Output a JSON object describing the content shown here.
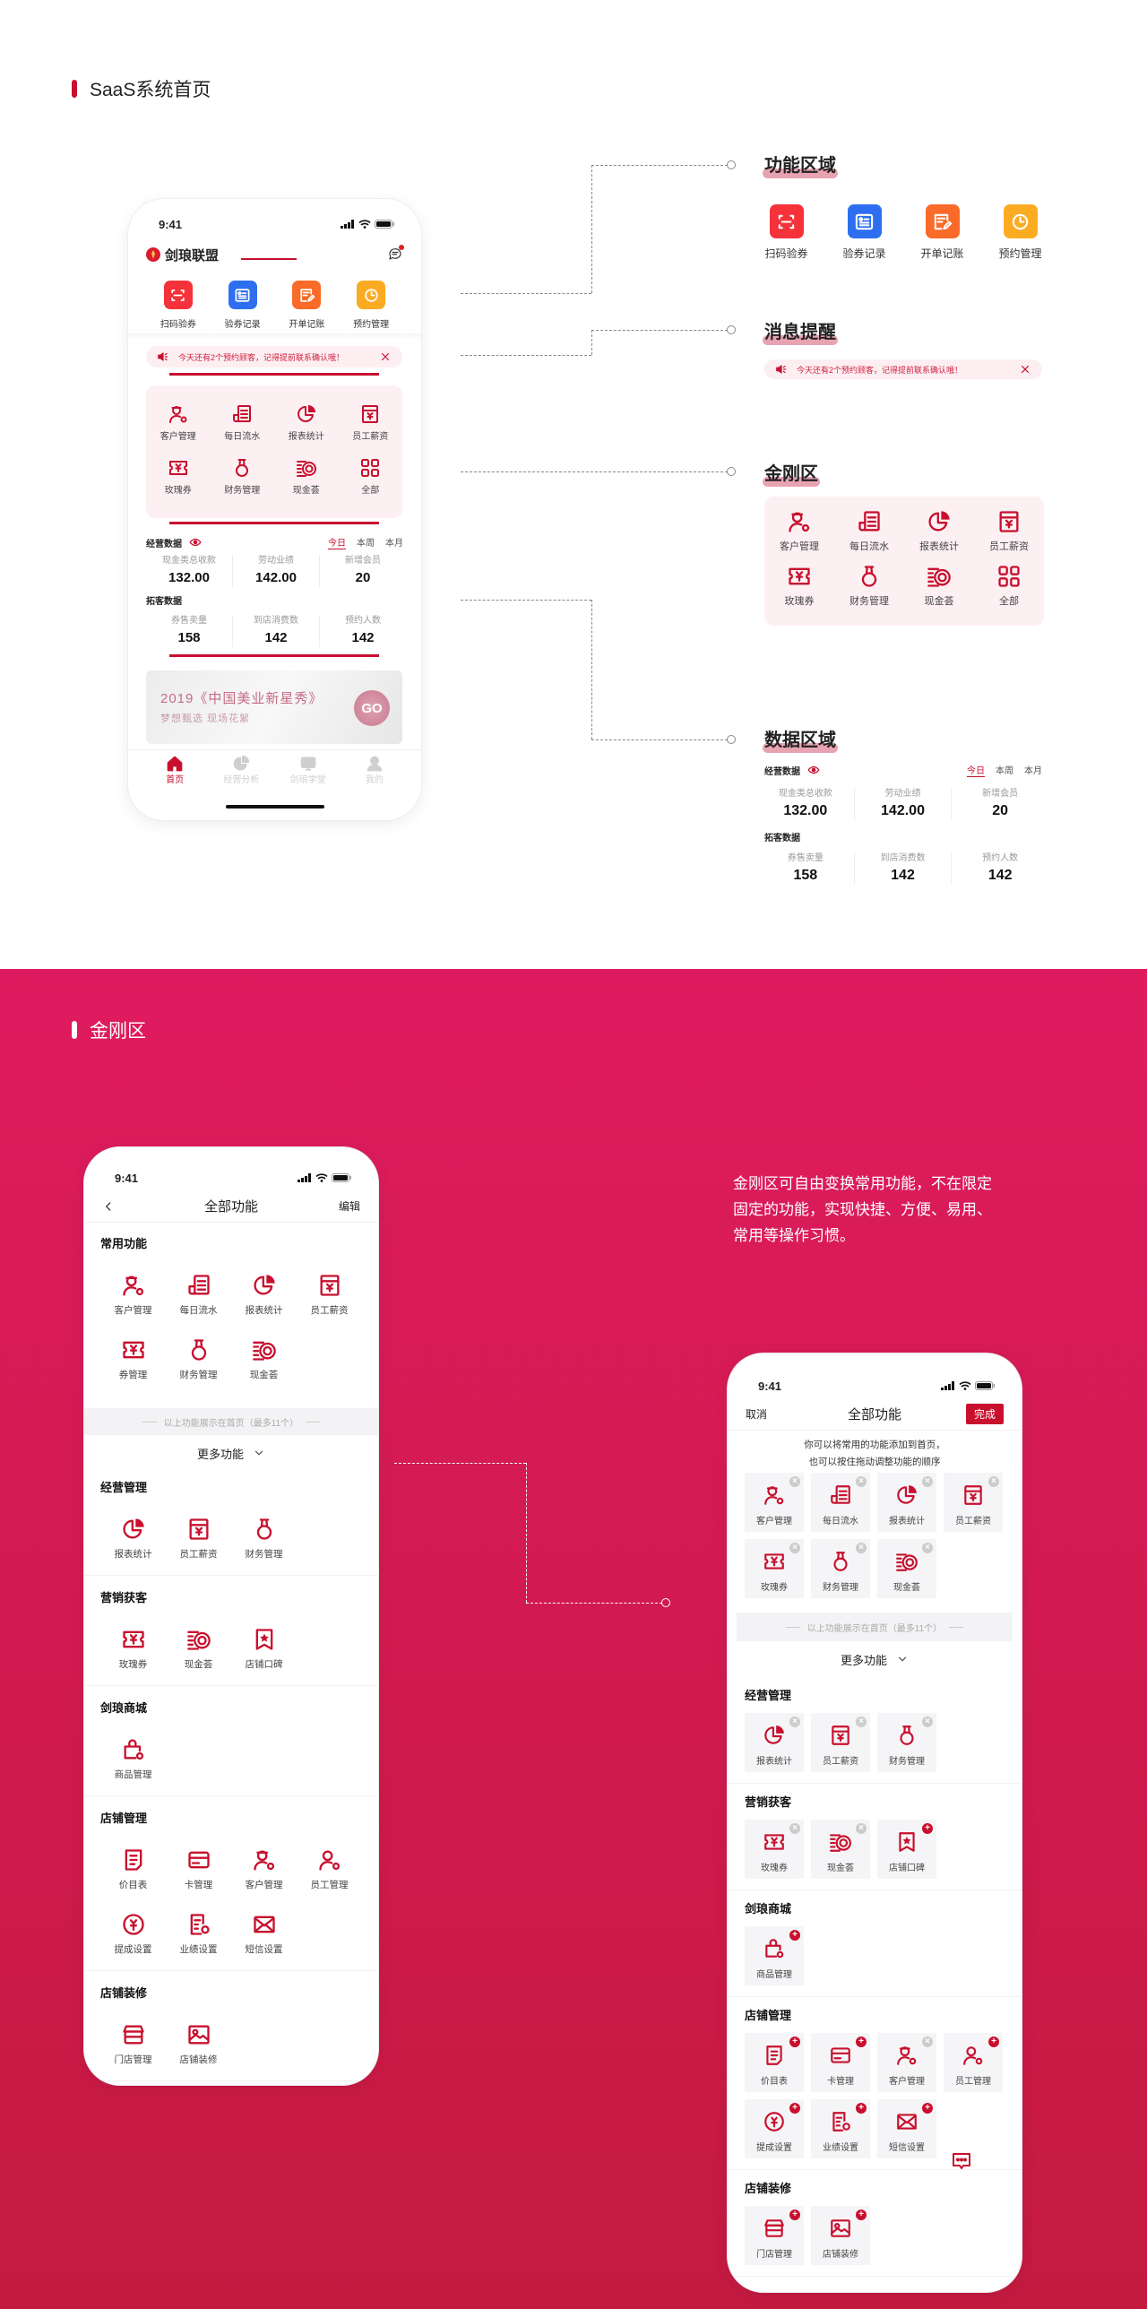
{
  "colors": {
    "accent": "#c8102e",
    "section2_top": "#df1b5f",
    "section2_bottom": "#c41a40"
  },
  "section1": {
    "title": "SaaS系统首页"
  },
  "home": {
    "status_time": "9:41",
    "brand": "剑琅联盟",
    "quick": [
      {
        "label": "扫码验券",
        "icon": "scan",
        "color": "#f5323a"
      },
      {
        "label": "验券记录",
        "icon": "record",
        "color": "#2d6ff0"
      },
      {
        "label": "开单记账",
        "icon": "bill",
        "color": "#fa6a28"
      },
      {
        "label": "预约管理",
        "icon": "clock",
        "color": "#fbab22"
      }
    ],
    "notice": "今天还有2个预约顾客，记得提前联系确认哦！",
    "kingkong": [
      {
        "label": "客户管理",
        "icon": "customer"
      },
      {
        "label": "每日流水",
        "icon": "ledger"
      },
      {
        "label": "报表统计",
        "icon": "report"
      },
      {
        "label": "员工薪资",
        "icon": "salary"
      },
      {
        "label": "玫瑰券",
        "icon": "coupon"
      },
      {
        "label": "财务管理",
        "icon": "finance"
      },
      {
        "label": "现金荟",
        "icon": "cash"
      },
      {
        "label": "全部",
        "icon": "all"
      }
    ],
    "ops": {
      "title": "经营数据",
      "tabs": [
        "今日",
        "本周",
        "本月"
      ],
      "active_tab": "今日",
      "stats": [
        {
          "label": "现金类总收款",
          "value": "132.00"
        },
        {
          "label": "劳动业绩",
          "value": "142.00"
        },
        {
          "label": "新增会员",
          "value": "20"
        }
      ]
    },
    "acq": {
      "title": "拓客数据",
      "stats": [
        {
          "label": "券售卖量",
          "value": "158"
        },
        {
          "label": "到店消费数",
          "value": "142"
        },
        {
          "label": "预约人数",
          "value": "142"
        }
      ]
    },
    "banner": {
      "title": "2019《中国美业新星秀》",
      "subtitle": "梦想甄选  现场花絮",
      "go": "GO"
    },
    "tabbar": [
      {
        "label": "首页",
        "icon": "home",
        "active": true
      },
      {
        "label": "经营分析",
        "icon": "analysis"
      },
      {
        "label": "剑琅学堂",
        "icon": "video"
      },
      {
        "label": "我的",
        "icon": "user"
      }
    ]
  },
  "annotations": {
    "functions": "功能区域",
    "messages": "消息提醒",
    "kingkong": "金刚区",
    "data": "数据区域"
  },
  "section2": {
    "title": "金刚区",
    "description": [
      "金刚区可自由变换常用功能，不在限定",
      "固定的功能，实现快捷、方便、易用、",
      "常用等操作习惯。"
    ]
  },
  "all_functions": {
    "status_time": "9:41",
    "title": "全部功能",
    "edit": "编辑",
    "common_title": "常用功能",
    "common": [
      {
        "label": "客户管理",
        "icon": "customer"
      },
      {
        "label": "每日流水",
        "icon": "ledger"
      },
      {
        "label": "报表统计",
        "icon": "report"
      },
      {
        "label": "员工薪资",
        "icon": "salary"
      },
      {
        "label": "券管理",
        "icon": "coupon"
      },
      {
        "label": "财务管理",
        "icon": "finance"
      },
      {
        "label": "现金荟",
        "icon": "cash"
      }
    ],
    "band": "以上功能展示在首页（最多11个）",
    "more": "更多功能",
    "groups": [
      {
        "title": "经营管理",
        "items": [
          {
            "label": "报表统计",
            "icon": "report"
          },
          {
            "label": "员工薪资",
            "icon": "salary"
          },
          {
            "label": "财务管理",
            "icon": "finance"
          }
        ]
      },
      {
        "title": "营销获客",
        "items": [
          {
            "label": "玫瑰券",
            "icon": "coupon"
          },
          {
            "label": "现金荟",
            "icon": "cash"
          },
          {
            "label": "店铺口碑",
            "icon": "reputation"
          }
        ]
      },
      {
        "title": "剑琅商城",
        "items": [
          {
            "label": "商品管理",
            "icon": "goods"
          }
        ]
      },
      {
        "title": "店铺管理",
        "items": [
          {
            "label": "价目表",
            "icon": "pricelist"
          },
          {
            "label": "卡管理",
            "icon": "card"
          },
          {
            "label": "客户管理",
            "icon": "customer"
          },
          {
            "label": "员工管理",
            "icon": "staff"
          },
          {
            "label": "提成设置",
            "icon": "commission"
          },
          {
            "label": "业绩设置",
            "icon": "performance"
          },
          {
            "label": "短信设置",
            "icon": "sms"
          }
        ]
      },
      {
        "title": "店铺装修",
        "items": [
          {
            "label": "门店管理",
            "icon": "store"
          },
          {
            "label": "店铺装修",
            "icon": "decor"
          }
        ]
      }
    ]
  },
  "edit_mode": {
    "status_time": "9:41",
    "cancel": "取消",
    "title": "全部功能",
    "done": "完成",
    "hint": [
      "你可以将常用的功能添加到首页，",
      "也可以按住拖动调整功能的顺序"
    ],
    "common": [
      {
        "label": "客户管理",
        "icon": "customer",
        "state": "remove"
      },
      {
        "label": "每日流水",
        "icon": "ledger",
        "state": "remove"
      },
      {
        "label": "报表统计",
        "icon": "report",
        "state": "remove"
      },
      {
        "label": "员工薪资",
        "icon": "salary",
        "state": "remove"
      },
      {
        "label": "玫瑰券",
        "icon": "coupon",
        "state": "remove"
      },
      {
        "label": "财务管理",
        "icon": "finance",
        "state": "remove"
      },
      {
        "label": "现金荟",
        "icon": "cash",
        "state": "remove"
      }
    ],
    "band": "以上功能展示在首页（最多11个）",
    "more": "更多功能",
    "groups": [
      {
        "title": "经营管理",
        "items": [
          {
            "label": "报表统计",
            "icon": "report",
            "state": "remove"
          },
          {
            "label": "员工薪资",
            "icon": "salary",
            "state": "remove"
          },
          {
            "label": "财务管理",
            "icon": "finance",
            "state": "remove"
          }
        ]
      },
      {
        "title": "营销获客",
        "items": [
          {
            "label": "玫瑰券",
            "icon": "coupon",
            "state": "remove"
          },
          {
            "label": "现金荟",
            "icon": "cash",
            "state": "remove"
          },
          {
            "label": "店铺口碑",
            "icon": "reputation",
            "state": "add"
          }
        ]
      },
      {
        "title": "剑琅商城",
        "items": [
          {
            "label": "商品管理",
            "icon": "goods",
            "state": "add"
          }
        ]
      },
      {
        "title": "店铺管理",
        "items": [
          {
            "label": "价目表",
            "icon": "pricelist",
            "state": "add"
          },
          {
            "label": "卡管理",
            "icon": "card",
            "state": "add"
          },
          {
            "label": "客户管理",
            "icon": "customer",
            "state": "remove"
          },
          {
            "label": "员工管理",
            "icon": "staff",
            "state": "add"
          },
          {
            "label": "提成设置",
            "icon": "commission",
            "state": "add"
          },
          {
            "label": "业绩设置",
            "icon": "performance",
            "state": "add"
          },
          {
            "label": "短信设置",
            "icon": "sms",
            "state": "add"
          }
        ]
      },
      {
        "title": "店铺装修",
        "items": [
          {
            "label": "门店管理",
            "icon": "store",
            "state": "add"
          },
          {
            "label": "店铺装修",
            "icon": "decor",
            "state": "add"
          }
        ]
      }
    ]
  }
}
